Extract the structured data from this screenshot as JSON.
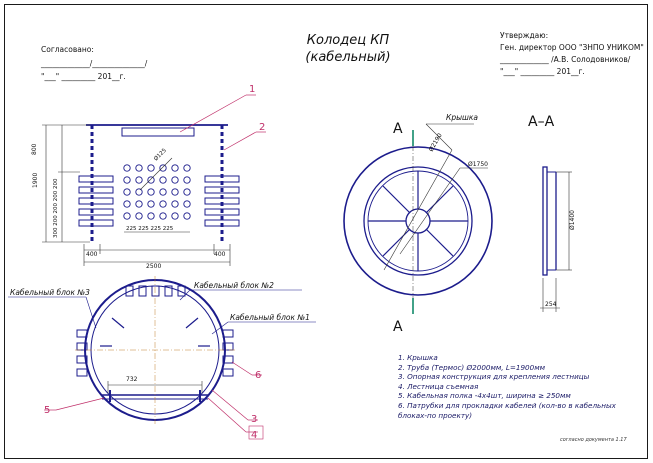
{
  "title": {
    "line1": "Колодец КП",
    "line2": "(кабельный)"
  },
  "agreed": {
    "label": "Согласовано:",
    "sign_line": "_____________/______________/",
    "date_line": "\"___\" _________ 201__г."
  },
  "approved": {
    "label": "Утверждаю:",
    "position": "Ген. директор ООО \"ЗНПО УНИКОМ\"",
    "sign_line": "_____________ /А.В. Солодовников/",
    "date_line": "\"___\" _________ 201__г."
  },
  "front_view": {
    "dims": {
      "height_total": "1900",
      "height_top": "800",
      "shelf_spacing": "300 200 200 200 200",
      "bottom_left": "400",
      "width_total": "2500",
      "bottom_right": "400",
      "hole_dia": "Ø125",
      "hole_spacing": "225 225 225 225"
    }
  },
  "callouts": [
    "1",
    "2",
    "3",
    "4",
    "5",
    "6"
  ],
  "plan_view": {
    "block_3": "Кабельный блок №3",
    "block_2": "Кабельный блок №2",
    "block_1": "Кабельный блок №1",
    "dim_inner": "732"
  },
  "top_view": {
    "section_mark": "А",
    "lid_label": "Крышка",
    "dim_outer": "Ø2190",
    "dim_inner": "Ø1750"
  },
  "section_view": {
    "title": "А–А",
    "dim_height": "Ø1400",
    "dim_bottom": "254"
  },
  "notes": [
    "1.  Крышка",
    "2.  Труба (Термос) Ø2000мм, L=1900мм",
    "3. Опорная конструкция для крепления лестницы",
    "4.  Лестница съемная",
    "5. Кабельная полка -4х4шт, ширина ≥ 250мм",
    "6. Патрубки для прокладки кабелей (кол-во в кабельных",
    "    блоках-по проекту)"
  ],
  "stamp": "согласно документа 1.17",
  "colors": {
    "line": "#1c1c8c",
    "dim": "#333333",
    "callout": "#c0306a",
    "section_mark": "#138a6a"
  }
}
